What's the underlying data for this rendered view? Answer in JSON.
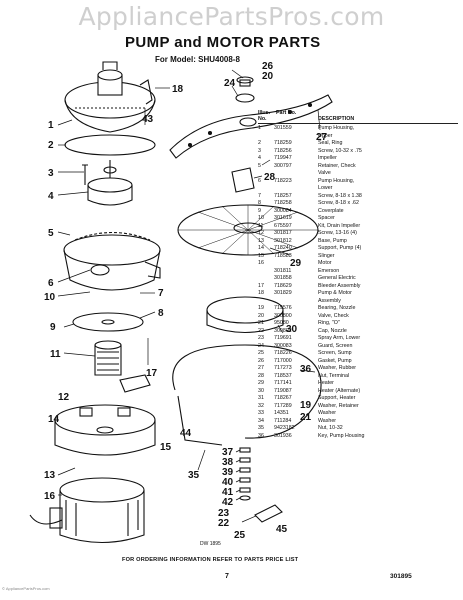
{
  "watermark": "AppliancePartsPros.com",
  "title": "PUMP and MOTOR PARTS",
  "model": "For Model: SHU4008-8",
  "table": {
    "headers": {
      "key": "Illus. No.",
      "part": "Part No.",
      "desc": "DESCRIPTION"
    },
    "rows": [
      {
        "key": "1",
        "part": "301559",
        "desc": "Pump Housing,"
      },
      {
        "key": "",
        "part": "",
        "desc": "Upper"
      },
      {
        "key": "2",
        "part": "718259",
        "desc": "Seal, Ring"
      },
      {
        "key": "3",
        "part": "718256",
        "desc": "Screw, 10-32 x .75"
      },
      {
        "key": "4",
        "part": "719947",
        "desc": "Impeller"
      },
      {
        "key": "5",
        "part": "300797",
        "desc": "Retainer, Check"
      },
      {
        "key": "",
        "part": "",
        "desc": "Valve"
      },
      {
        "key": "6",
        "part": "718223",
        "desc": "Pump Housing,"
      },
      {
        "key": "",
        "part": "",
        "desc": "Lower"
      },
      {
        "key": "7",
        "part": "718257",
        "desc": "Screw, 8-18 x 1.38"
      },
      {
        "key": "8",
        "part": "718258",
        "desc": "Screw, 8-18 x .62"
      },
      {
        "key": "9",
        "part": "300084",
        "desc": "Coverplate"
      },
      {
        "key": "10",
        "part": "301619",
        "desc": "Spacer"
      },
      {
        "key": "11",
        "part": "675597",
        "desc": "Kit, Drain Impeller"
      },
      {
        "key": "12",
        "part": "301817",
        "desc": "Screw, 13-16 (4)"
      },
      {
        "key": "13",
        "part": "301812",
        "desc": "Base, Pump"
      },
      {
        "key": "14",
        "part": "718240",
        "desc": "Support, Pump (4)"
      },
      {
        "key": "15",
        "part": "718583",
        "desc": "Slinger"
      },
      {
        "key": "16",
        "part": "",
        "desc": "Motor"
      },
      {
        "key": "",
        "part": "301811",
        "desc": "Emerson"
      },
      {
        "key": "",
        "part": "301858",
        "desc": "General Electric"
      },
      {
        "key": "17",
        "part": "718629",
        "desc": "Bleeder Assembly"
      },
      {
        "key": "18",
        "part": "301829",
        "desc": "Pump & Motor"
      },
      {
        "key": "",
        "part": "",
        "desc": "Assembly"
      },
      {
        "key": "19",
        "part": "719576",
        "desc": "Bearing, Nozzle"
      },
      {
        "key": "20",
        "part": "300800",
        "desc": "Valve, Check"
      },
      {
        "key": "21",
        "part": "95080",
        "desc": "Ring, \"O\""
      },
      {
        "key": "22",
        "part": "300802",
        "desc": "Cap, Nozzle"
      },
      {
        "key": "23",
        "part": "719691",
        "desc": "Spray Arm, Lower"
      },
      {
        "key": "24",
        "part": "300083",
        "desc": "Guard, Screen"
      },
      {
        "key": "25",
        "part": "718226",
        "desc": "Screen, Sump"
      },
      {
        "key": "26",
        "part": "717000",
        "desc": "Gasket, Pump"
      },
      {
        "key": "27",
        "part": "717273",
        "desc": "Washer, Rubber"
      },
      {
        "key": "28",
        "part": "718537",
        "desc": "Nut, Terminal"
      },
      {
        "key": "29",
        "part": "717141",
        "desc": "Heater"
      },
      {
        "key": "30",
        "part": "719087",
        "desc": "Heater (Alternate)"
      },
      {
        "key": "31",
        "part": "718267",
        "desc": "Support, Heater"
      },
      {
        "key": "32",
        "part": "717289",
        "desc": "Washer, Retainer"
      },
      {
        "key": "33",
        "part": "14351",
        "desc": "Washer"
      },
      {
        "key": "34",
        "part": "711284",
        "desc": "Washer"
      },
      {
        "key": "35",
        "part": "9423182",
        "desc": "Nut, 10-32"
      },
      {
        "key": "36",
        "part": "301936",
        "desc": "Key, Pump Housing"
      }
    ]
  },
  "callouts": [
    "1",
    "2",
    "3",
    "4",
    "5",
    "6",
    "7",
    "8",
    "9",
    "10",
    "11",
    "12",
    "13",
    "14",
    "15",
    "16",
    "17",
    "18",
    "19",
    "20",
    "21",
    "22",
    "23",
    "24",
    "25",
    "26",
    "27",
    "28",
    "29",
    "30",
    "35",
    "36",
    "37",
    "38",
    "39",
    "40",
    "41",
    "42",
    "43",
    "44",
    "45"
  ],
  "dw": "DW 1895",
  "footer": "FOR ORDERING INFORMATION REFER TO PARTS PRICE LIST",
  "page_number": "7",
  "figure_number": "301895",
  "copyright": "© AppliancePartsPros.com"
}
